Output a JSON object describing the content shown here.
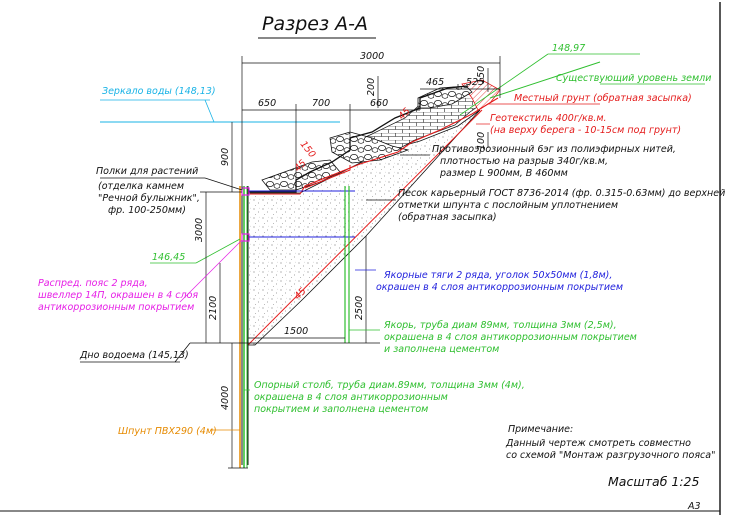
{
  "title": "Разрез А-А",
  "levels": {
    "top": "148,97",
    "water_mirror": "Зеркало воды (148,13)",
    "mid": "146,45",
    "bottom": "Дно водоема (145,13)"
  },
  "dimensions": {
    "d3000_top": "3000",
    "d650": "650",
    "d700": "700",
    "d660": "660",
    "d465": "465",
    "d525": "525",
    "d200": "200",
    "d150_top": "150",
    "d100": "100",
    "d150_slope": "150",
    "d45_a": "45",
    "d45_b": "45",
    "d45_c": "45",
    "d900": "900",
    "d3000_left": "3000",
    "d2100": "2100",
    "d2500": "2500",
    "d1500": "1500",
    "d4000": "4000"
  },
  "labels": {
    "ground_level": "Существующий уровень земли",
    "local_soil": "Местный грунт (обратная засыпка)",
    "geotextile_1": "Геотекстиль 400г/кв.м.",
    "geotextile_2": "(на верху берега - 10-15см под грунт)",
    "mat_1": "Противоэрозионный 6эг из полиэфирных нитей,",
    "mat_2": "плотностью на разрыв 340г/кв.м,",
    "mat_3": "размер L 900мм, В 460мм",
    "sand_1": "Песок карьерный ГОСТ 8736-2014 (фр. 0.315-0.63мм) до верхней",
    "sand_2": "отметки шпунта с послойным уплотнением",
    "sand_3": "(обратная засыпка)",
    "shelves_1": "Полки для растений",
    "shelves_2": "(отделка камнем",
    "shelves_3": "\"Речной булыжник\",",
    "shelves_4": "фр. 100-250мм)",
    "belt_1": "Распред. пояс 2 ряда,",
    "belt_2": "швеллер 14П, окрашен в 4 слоя",
    "belt_3": "антикоррозионным покрытием",
    "rods_1": "Якорные тяги 2 ряда, уголок 50х50мм (1,8м),",
    "rods_2": "окрашен в 4 слоя антикоррозионным покрытием",
    "anchor_1": "Якорь, труба диам 89мм, толщина 3мм (2,5м),",
    "anchor_2": "окрашена в 4 слоя антикоррозионным покрытием",
    "anchor_3": "и заполнена цементом",
    "post_1": "Опорный столб, труба диам.89мм, толщина 3мм (4м),",
    "post_2": "окрашена в 4 слоя антикоррозионным",
    "post_3": "покрытием и заполнена цементом",
    "sheet_pile": "Шпунт ПВХ290 (4м)"
  },
  "note": {
    "heading": "Примечание:",
    "line1": "Данный чертеж смотреть совместно",
    "line2": "со схемой \"Монтаж разгрузочного пояса\""
  },
  "scale": "Масштаб 1:25",
  "sheet": "А3",
  "colors": {
    "dimension": "#111111",
    "water": "#19b3e6",
    "green": "#2fbf2f",
    "red": "#e41b1b",
    "blue": "#2222dd",
    "magenta": "#e61ee6",
    "orange": "#e68a00"
  }
}
